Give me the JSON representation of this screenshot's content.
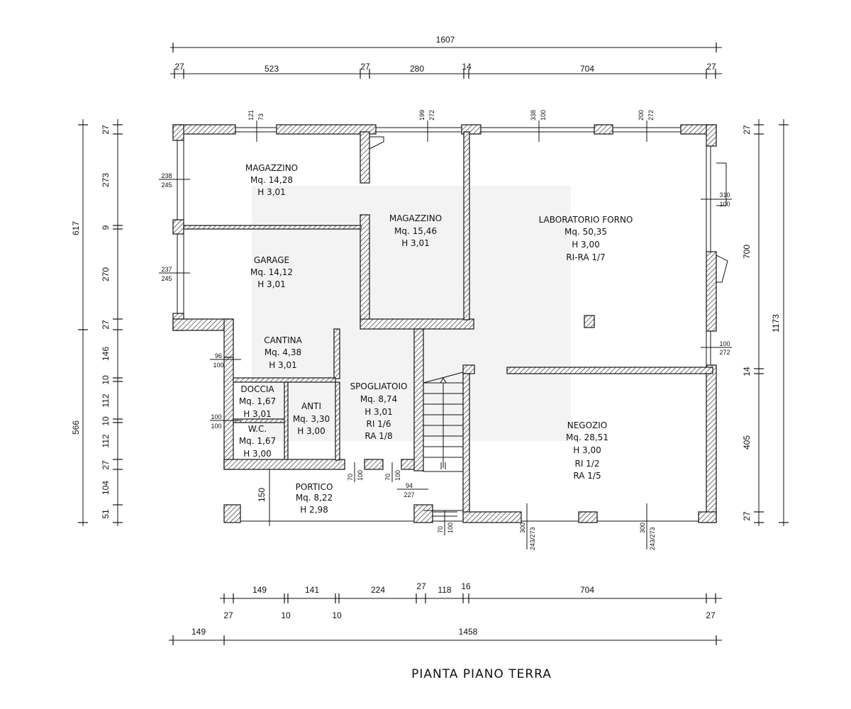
{
  "title": "PIANTA PIANO TERRA",
  "rooms": {
    "magazzino1": {
      "name": "MAGAZZINO",
      "area": "Mq. 14,28",
      "height": "H 3,01"
    },
    "magazzino2": {
      "name": "MAGAZZINO",
      "area": "Mq. 15,46",
      "height": "H 3,01"
    },
    "laboratorio": {
      "name": "LABORATORIO FORNO",
      "area": "Mq. 50,35",
      "height": "H 3,00",
      "ratio": "RI-RA 1/7"
    },
    "garage": {
      "name": "GARAGE",
      "area": "Mq. 14,12",
      "height": "H 3,01"
    },
    "cantina": {
      "name": "CANTINA",
      "area": "Mq. 4,38",
      "height": "H 3,01"
    },
    "doccia": {
      "name": "DOCCIA",
      "area": "Mq. 1,67",
      "height": "H 3,01"
    },
    "anti": {
      "name": "ANTI",
      "area": "Mq. 3,30",
      "height": "H 3,00"
    },
    "wc": {
      "name": "W.C.",
      "area": "Mq. 1,67",
      "height": "H 3,00"
    },
    "spogliatoio": {
      "name": "SPOGLIATOIO",
      "area": "Mq. 8,74",
      "height": "H 3,01",
      "ri": "RI 1/6",
      "ra": "RA 1/8"
    },
    "negozio": {
      "name": "NEGOZIO",
      "area": "Mq. 28,51",
      "height": "H 3,00",
      "ri": "RI 1/2",
      "ra": "RA 1/5"
    },
    "portico": {
      "name": "PORTICO",
      "area": "Mq. 8,22",
      "height": "H 2,98"
    }
  },
  "dims": {
    "top_total": "1607",
    "top": [
      "27",
      "523",
      "27",
      "280",
      "14",
      "704",
      "27"
    ],
    "bottom_row1": [
      "149",
      "141",
      "224",
      "27",
      "118",
      "16",
      "704"
    ],
    "bottom_row2": [
      "27",
      "10",
      "10",
      "27"
    ],
    "bottom_total_a": "149",
    "bottom_total_b": "1458",
    "left_outer": [
      "617",
      "566"
    ],
    "left_inner": [
      "27",
      "273",
      "9",
      "270",
      "27",
      "146",
      "10",
      "112",
      "10",
      "112",
      "27",
      "104",
      "51"
    ],
    "right_inner": [
      "27",
      "700",
      "14",
      "405",
      "27"
    ],
    "right_outer": "1173",
    "left_sub": "150"
  },
  "openings": {
    "w1": [
      "121",
      "73"
    ],
    "w2": [
      "199",
      "272"
    ],
    "w3": [
      "338",
      "100"
    ],
    "w4": [
      "200",
      "272"
    ],
    "w5": [
      "310",
      "100"
    ],
    "w6": [
      "100",
      "272"
    ],
    "w7": [
      "238",
      "245"
    ],
    "w8": [
      "237",
      "245"
    ],
    "w9": [
      "96",
      "100"
    ],
    "w10": [
      "100",
      "100"
    ],
    "d1": [
      "70",
      "100"
    ],
    "d2": [
      "70",
      "100"
    ],
    "d3": [
      "94",
      "227"
    ],
    "d4": [
      "70",
      "100"
    ],
    "n1": [
      "300",
      "243/273"
    ],
    "n2": [
      "300",
      "243/273"
    ]
  }
}
